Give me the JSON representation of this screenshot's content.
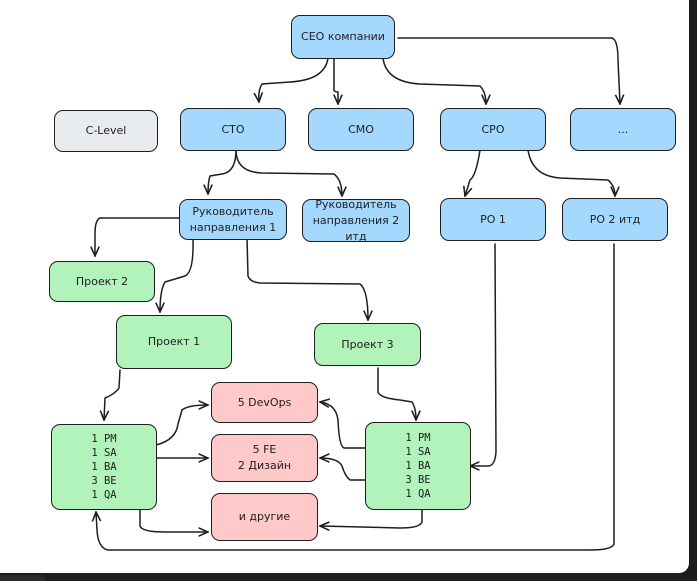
{
  "nodes": {
    "ceo": "CEO компании",
    "c_level": "C-Level",
    "cto": "CTO",
    "cmo": "CMO",
    "cpo": "CPO",
    "more": "...",
    "head_dir1": "Руководитель\nнаправления 1",
    "head_dir2": "Руководитель\nнаправления 2 итд",
    "po1": "PO 1",
    "po2": "PO 2 итд",
    "project2": "Проект 2",
    "project1": "Проект 1",
    "project3": "Проект 3",
    "devops": "5 DevOps",
    "fe_design": "5 FE\n2 Дизайн",
    "others": "и другие",
    "team1": "1 PM\n1 SA\n1 BA\n3 BE\n1 QA",
    "team3": "1 PM\n1 SA\n1 BA\n3 BE\n1 QA"
  },
  "colors": {
    "executive_fill": "#a5d8ff",
    "project_fill": "#b2f2bb",
    "shared_team_fill": "#ffc9c9",
    "legend_fill": "#e9ecef",
    "stroke": "#1e1e1e"
  }
}
